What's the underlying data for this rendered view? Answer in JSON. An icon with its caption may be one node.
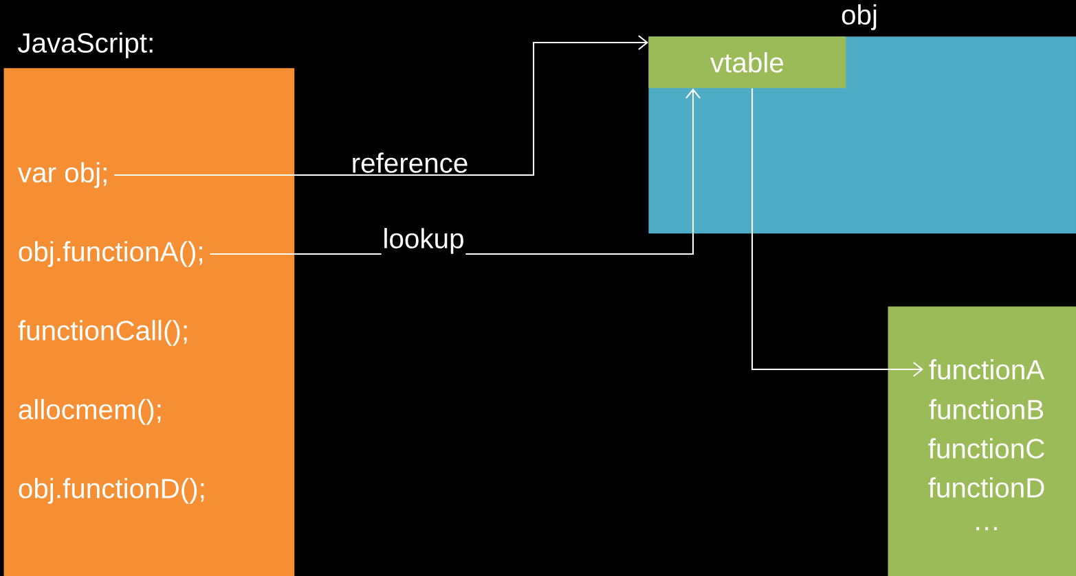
{
  "diagram": {
    "nodes": [
      {
        "text": [
          "JavaScript:"
        ]
      },
      {
        "text": [
          "var obj;"
        ],
        "in": 0
      },
      {
        "text": [
          "obj.functionA();"
        ],
        "in": 0
      },
      {
        "text": [
          "functionCall();"
        ],
        "in": 0
      },
      {
        "text": [
          "allocmem();"
        ],
        "in": 0
      },
      {
        "text": [
          "obj.functionD();"
        ],
        "in": 0
      },
      {
        "text": [
          "obj"
        ]
      },
      {
        "text": [
          "vtable"
        ],
        "in": 6
      },
      {
        "text": [],
        "shape": "box"
      },
      {
        "text": [
          "functionA"
        ],
        "in": 8
      },
      {
        "text": [
          "functionB"
        ],
        "in": 8
      },
      {
        "text": [
          "functionC"
        ],
        "in": 8
      },
      {
        "text": [
          "functionD"
        ],
        "in": 8
      },
      {
        "text": [
          "…"
        ],
        "in": 8
      }
    ],
    "edges": [
      {
        "from": 1,
        "to": 7,
        "arrow": "to",
        "label": "reference"
      },
      {
        "from": 2,
        "to": 7,
        "arrow": "to",
        "label": "lookup"
      },
      {
        "from": 7,
        "to": 9,
        "arrow": "to"
      }
    ]
  }
}
